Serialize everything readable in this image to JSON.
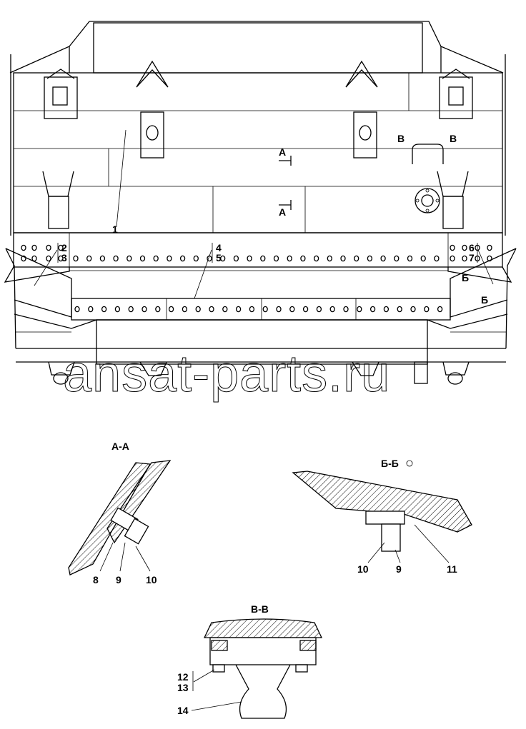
{
  "watermark": "ansat-parts.ru",
  "top_view": {
    "callout_1": "1",
    "cut_a_top": "A",
    "cut_a_bottom": "A",
    "cut_b_left": "B",
    "cut_b_right": "B"
  },
  "front_view": {
    "callout_2": "2",
    "callout_3": "3",
    "callout_4": "4",
    "callout_5": "5",
    "callout_6": "6",
    "callout_7": "7",
    "cut_be_top": "Б",
    "cut_be_bottom": "Б"
  },
  "section_aa": {
    "title": "A-A",
    "callouts": [
      "8",
      "9",
      "10"
    ]
  },
  "section_bebe": {
    "title": "Б-Б",
    "callouts": [
      "10",
      "9",
      "11"
    ]
  },
  "section_bb": {
    "title": "B-B",
    "callout_12": "12",
    "callout_13": "13",
    "callout_14": "14"
  }
}
